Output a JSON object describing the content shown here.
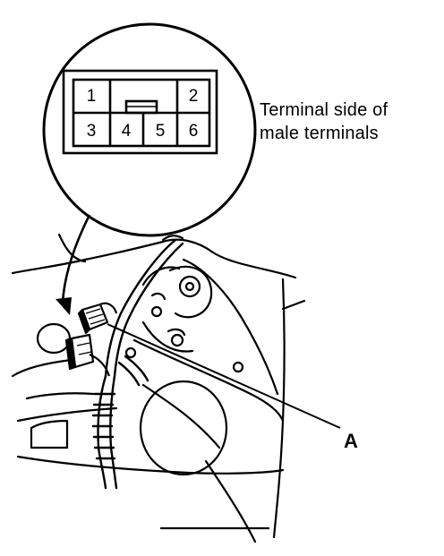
{
  "connector": {
    "pins": [
      {
        "id": "pin-1",
        "label": "1"
      },
      {
        "id": "pin-2",
        "label": "2"
      },
      {
        "id": "pin-3",
        "label": "3"
      },
      {
        "id": "pin-4",
        "label": "4"
      },
      {
        "id": "pin-5",
        "label": "5"
      },
      {
        "id": "pin-6",
        "label": "6"
      }
    ]
  },
  "caption": {
    "line1": "Terminal side of",
    "line2": "male terminals"
  },
  "callout": {
    "label": "A"
  },
  "colors": {
    "ink": "#000000",
    "paper": "#ffffff"
  }
}
